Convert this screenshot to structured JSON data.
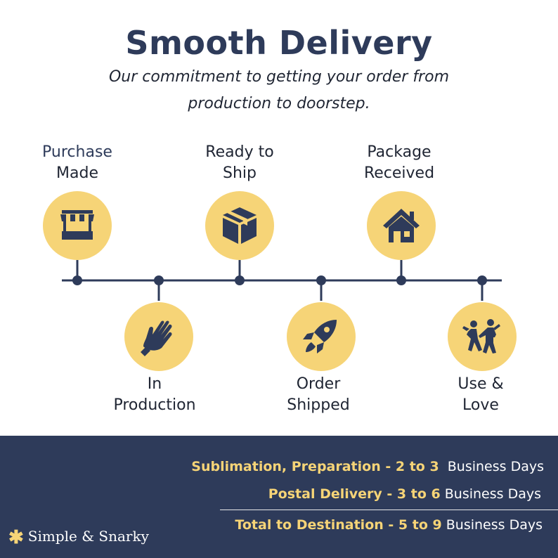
{
  "header": {
    "title": "Smooth Delivery",
    "subtitle_line1": "Our commitment to getting your order from",
    "subtitle_line2": "production to doorstep."
  },
  "steps": [
    {
      "line1": "Purchase",
      "line2": "Made",
      "icon": "market-stall-icon"
    },
    {
      "line1": "In",
      "line2": "Production",
      "icon": "hands-icon"
    },
    {
      "line1": "Ready to",
      "line2": "Ship",
      "icon": "box-icon"
    },
    {
      "line1": "Order",
      "line2": "Shipped",
      "icon": "rocket-icon"
    },
    {
      "line1": "Package",
      "line2": "Received",
      "icon": "house-icon"
    },
    {
      "line1": "Use &",
      "line2": "Love",
      "icon": "dancing-people-icon"
    }
  ],
  "footer": {
    "rows": [
      {
        "label": "Sublimation, Preparation - ",
        "range": "2 to 3",
        "unit": "  Business Days"
      },
      {
        "label": "Postal Delivery - ",
        "range": "3 to 6",
        "unit": " Business Days"
      },
      {
        "label": "Total to Destination - ",
        "range": "5 to 9",
        "unit": " Business Days"
      }
    ],
    "brand": "Simple & Snarky"
  },
  "colors": {
    "navy": "#2e3b5a",
    "yellow": "#f6d477"
  }
}
